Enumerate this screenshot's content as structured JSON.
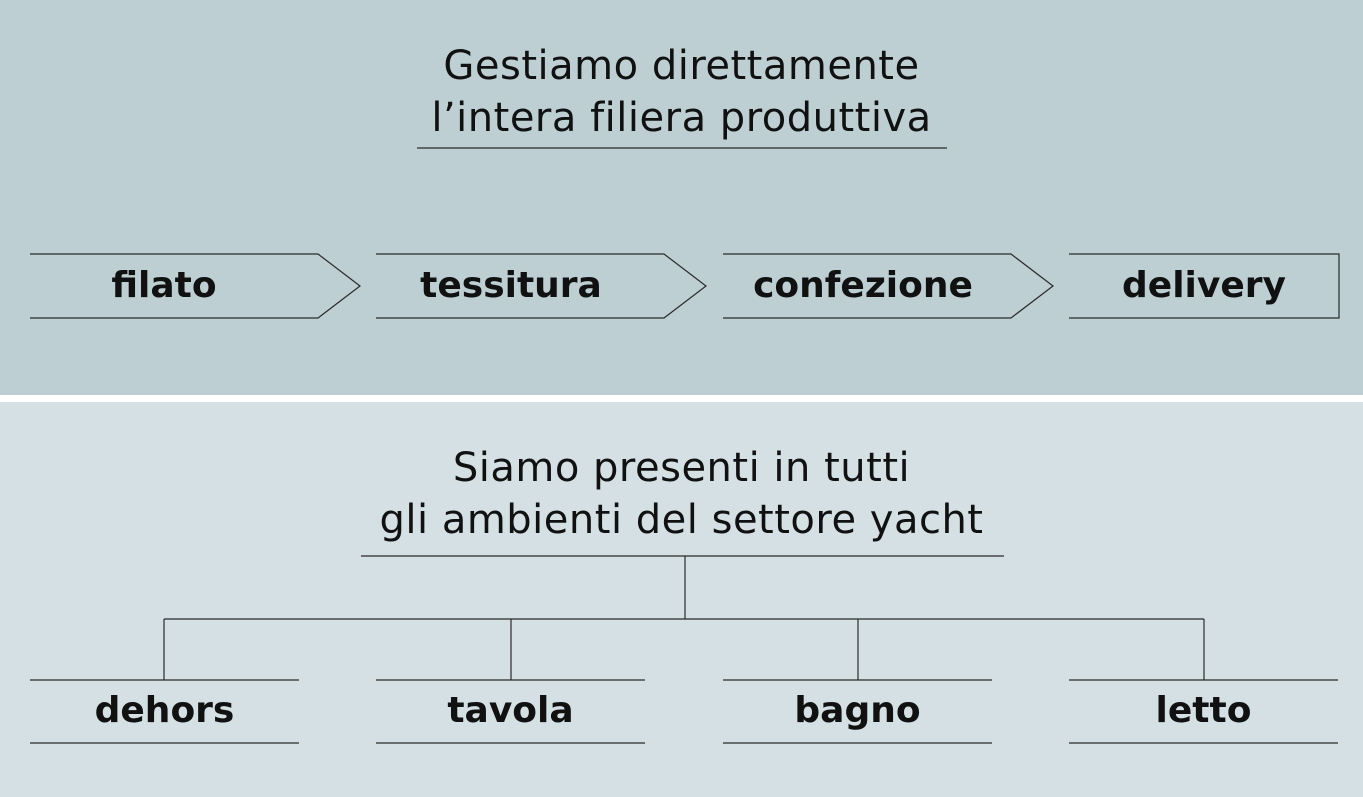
{
  "top": {
    "title_line1": "Gestiamo direttamente",
    "title_line2": "l’intera filiera produttiva",
    "steps": [
      {
        "label": "filato"
      },
      {
        "label": "tessitura"
      },
      {
        "label": "confezione"
      },
      {
        "label": "delivery"
      }
    ]
  },
  "bottom": {
    "title_line1": "Siamo presenti in tutti",
    "title_line2": "gli ambienti del settore yacht",
    "areas": [
      {
        "label": "dehors"
      },
      {
        "label": "tavola"
      },
      {
        "label": "bagno"
      },
      {
        "label": "letto"
      }
    ]
  },
  "colors": {
    "top_background": "#bdcfd3",
    "bottom_background": "#d4e0e3",
    "line": "#2a2a2a"
  }
}
